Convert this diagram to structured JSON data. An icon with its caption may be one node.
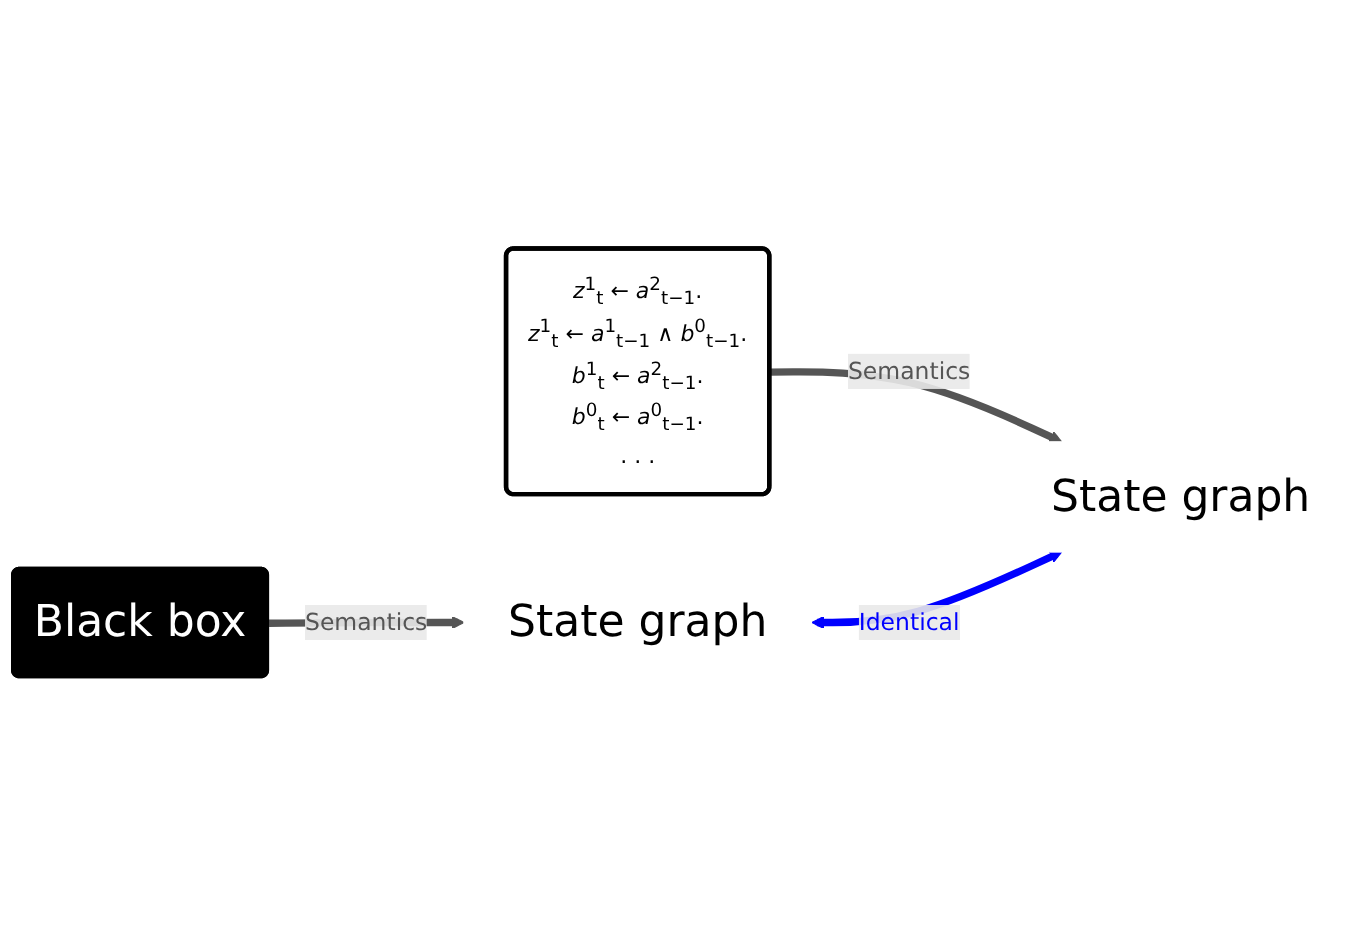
{
  "diagram": {
    "nodes": [
      {
        "text": [
          "Black box"
        ]
      },
      {
        "text": [
          "State graph"
        ]
      },
      {
        "text": [
          "*z*$^{1}$$_{t}$ ← *a*$^{2}$$_{t−1}$.",
          "*z*$^{1}$$_{t}$ ← *a*$^{1}$$_{t−1}$ ∧ *b*$^{0}$$_{t−1}$.",
          "*b*$^{1}$$_{t}$ ← *a*$^{2}$$_{t−1}$.",
          "*b*$^{0}$$_{t}$ ← *a*$^{0}$$_{t−1}$.",
          ". . ."
        ]
      },
      {
        "text": [
          "State graph"
        ]
      }
    ],
    "edges": [
      {
        "from": 0,
        "to": 1,
        "arrow": "to",
        "label": "Semantics"
      },
      {
        "from": 2,
        "to": 3,
        "arrow": "to",
        "label": "Semantics"
      },
      {
        "from": 1,
        "to": 3,
        "arrow": "both",
        "label": "Identical",
        "color": "#0000ff"
      }
    ]
  }
}
